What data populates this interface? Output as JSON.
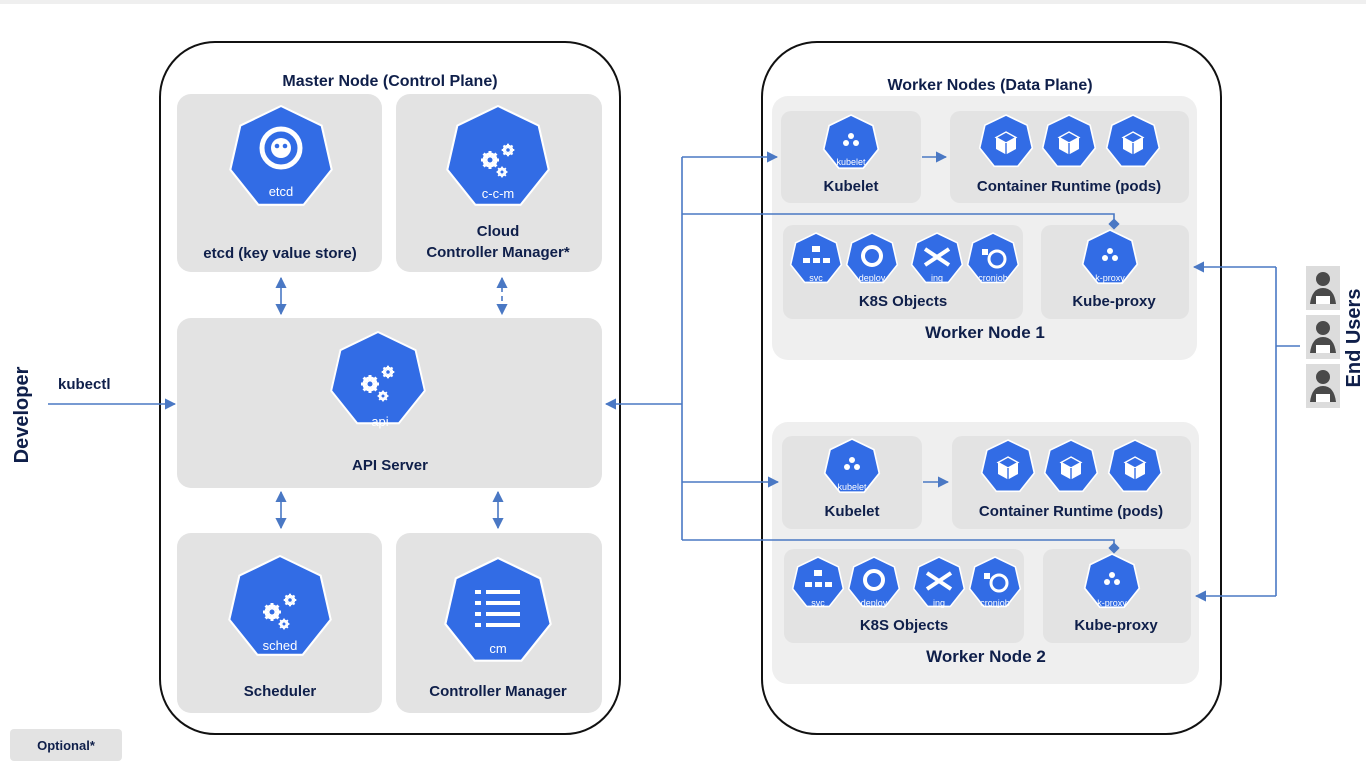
{
  "master": {
    "title": "Master Node (Control Plane)",
    "etcd": {
      "icon_text": "etcd",
      "label": "etcd (key value store)"
    },
    "ccm": {
      "icon_text": "c-c-m",
      "label_line1": "Cloud",
      "label_line2": "Controller Manager*"
    },
    "api": {
      "icon_text": "api",
      "label": "API Server"
    },
    "scheduler": {
      "icon_text": "sched",
      "label": "Scheduler"
    },
    "controller_manager": {
      "icon_text": "cm",
      "label": "Controller Manager"
    }
  },
  "workers": {
    "title": "Worker Nodes (Data Plane)",
    "nodes": [
      {
        "name": "Worker Node 1",
        "kubelet_icon": "kubelet",
        "kubelet_label": "Kubelet",
        "runtime_label": "Container Runtime  (pods)",
        "objects": [
          "svc",
          "deploy",
          "ing",
          "cronjob"
        ],
        "objects_label": "K8S Objects",
        "proxy_icon": "k-proxy",
        "proxy_label": "Kube-proxy"
      },
      {
        "name": "Worker Node 2",
        "kubelet_icon": "kubelet",
        "kubelet_label": "Kubelet",
        "runtime_label": "Container Runtime  (pods)",
        "objects": [
          "svc",
          "deploy",
          "ing",
          "cronjob"
        ],
        "objects_label": "K8S Objects",
        "proxy_icon": "k-proxy",
        "proxy_label": "Kube-proxy"
      }
    ]
  },
  "developer": {
    "label": "Developer",
    "command": "kubectl"
  },
  "end_users": {
    "label": "End Users"
  },
  "legend": {
    "optional": "Optional*"
  },
  "colors": {
    "k8s_blue": "#326ce5",
    "line_blue": "#4a78c4",
    "panel_gray": "#e3e3e3",
    "text_navy": "#0f1f4a"
  }
}
